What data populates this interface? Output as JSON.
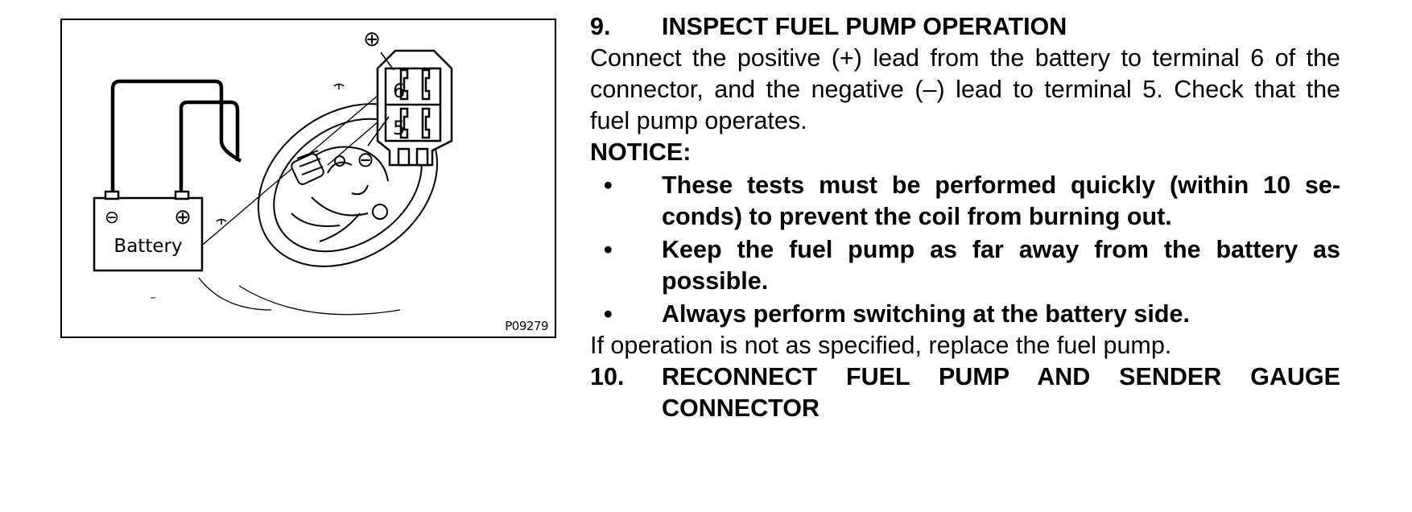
{
  "figure": {
    "terminal_top": "6",
    "terminal_bottom": "5",
    "plus_symbol": "⊕",
    "minus_symbol": "⊖",
    "battery_label": "Battery",
    "figure_code": "P09279"
  },
  "step9": {
    "number": "9.",
    "heading": "INSPECT FUEL PUMP OPERATION",
    "body": "Connect the positive (+) lead from the battery to terminal 6 of the connector, and the negative (–) lead to terminal 5. Check that the fuel pump operates."
  },
  "notice": {
    "label": "NOTICE:",
    "bullet": "•",
    "items": [
      "These tests must be performed quickly (within 10 se-conds) to prevent the coil from burning out.",
      "Keep the fuel pump as far away from the battery as possible.",
      "Always perform switching at the battery side."
    ]
  },
  "followup": "If operation is not as specified, replace the fuel pump.",
  "step10": {
    "number": "10.",
    "heading": "RECONNECT FUEL PUMP AND SENDER GAUGE CONNECTOR"
  }
}
